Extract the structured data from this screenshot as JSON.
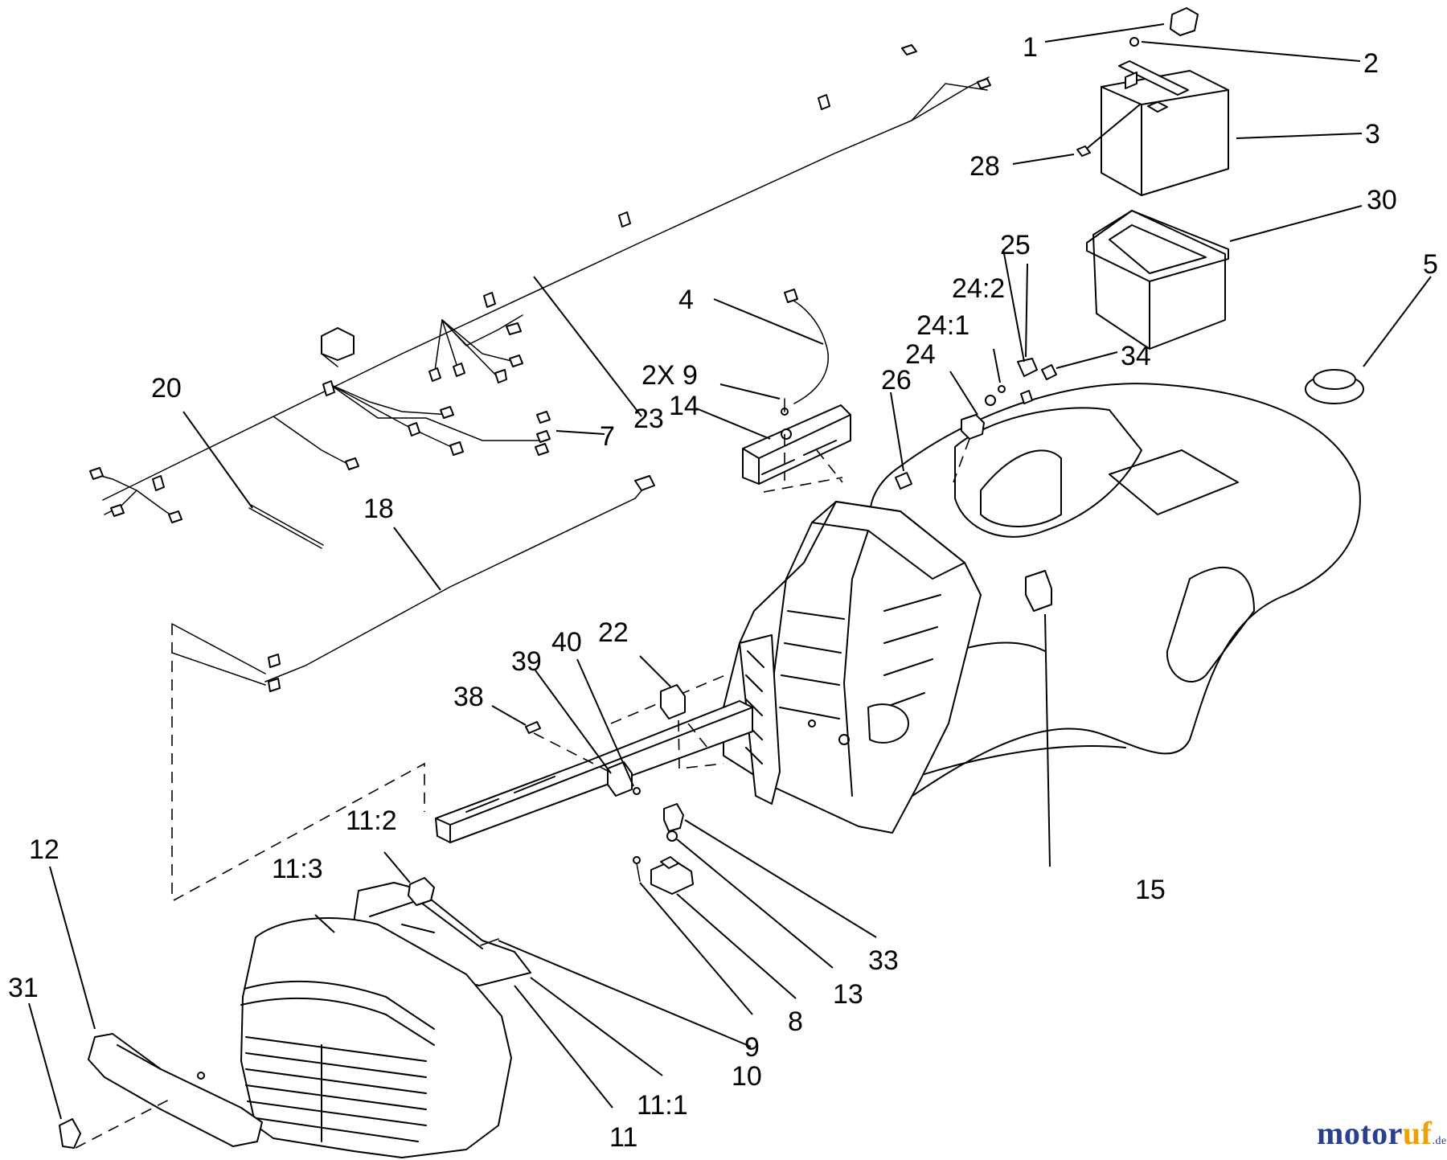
{
  "labels": [
    {
      "id": "1",
      "text": "1"
    },
    {
      "id": "2",
      "text": "2"
    },
    {
      "id": "3",
      "text": "3"
    },
    {
      "id": "28",
      "text": "28"
    },
    {
      "id": "30",
      "text": "30"
    },
    {
      "id": "5",
      "text": "5"
    },
    {
      "id": "25",
      "text": "25"
    },
    {
      "id": "24-2",
      "text": "24:2"
    },
    {
      "id": "24-1",
      "text": "24:1"
    },
    {
      "id": "24",
      "text": "24"
    },
    {
      "id": "34",
      "text": "34"
    },
    {
      "id": "26",
      "text": "26"
    },
    {
      "id": "4",
      "text": "4"
    },
    {
      "id": "2x9",
      "text": "2X 9"
    },
    {
      "id": "14",
      "text": "14"
    },
    {
      "id": "23",
      "text": "23"
    },
    {
      "id": "7",
      "text": "7"
    },
    {
      "id": "20",
      "text": "20"
    },
    {
      "id": "18",
      "text": "18"
    },
    {
      "id": "22",
      "text": "22"
    },
    {
      "id": "40",
      "text": "40"
    },
    {
      "id": "39",
      "text": "39"
    },
    {
      "id": "38",
      "text": "38"
    },
    {
      "id": "15",
      "text": "15"
    },
    {
      "id": "11-2",
      "text": "11:2"
    },
    {
      "id": "11-3",
      "text": "11:3"
    },
    {
      "id": "12",
      "text": "12"
    },
    {
      "id": "31",
      "text": "31"
    },
    {
      "id": "33",
      "text": "33"
    },
    {
      "id": "13",
      "text": "13"
    },
    {
      "id": "8",
      "text": "8"
    },
    {
      "id": "9",
      "text": "9"
    },
    {
      "id": "10",
      "text": "10"
    },
    {
      "id": "11-1",
      "text": "11:1"
    },
    {
      "id": "11",
      "text": "11"
    }
  ],
  "watermark": {
    "part1": "motor",
    "part2": "uf",
    "part3": ".de"
  }
}
